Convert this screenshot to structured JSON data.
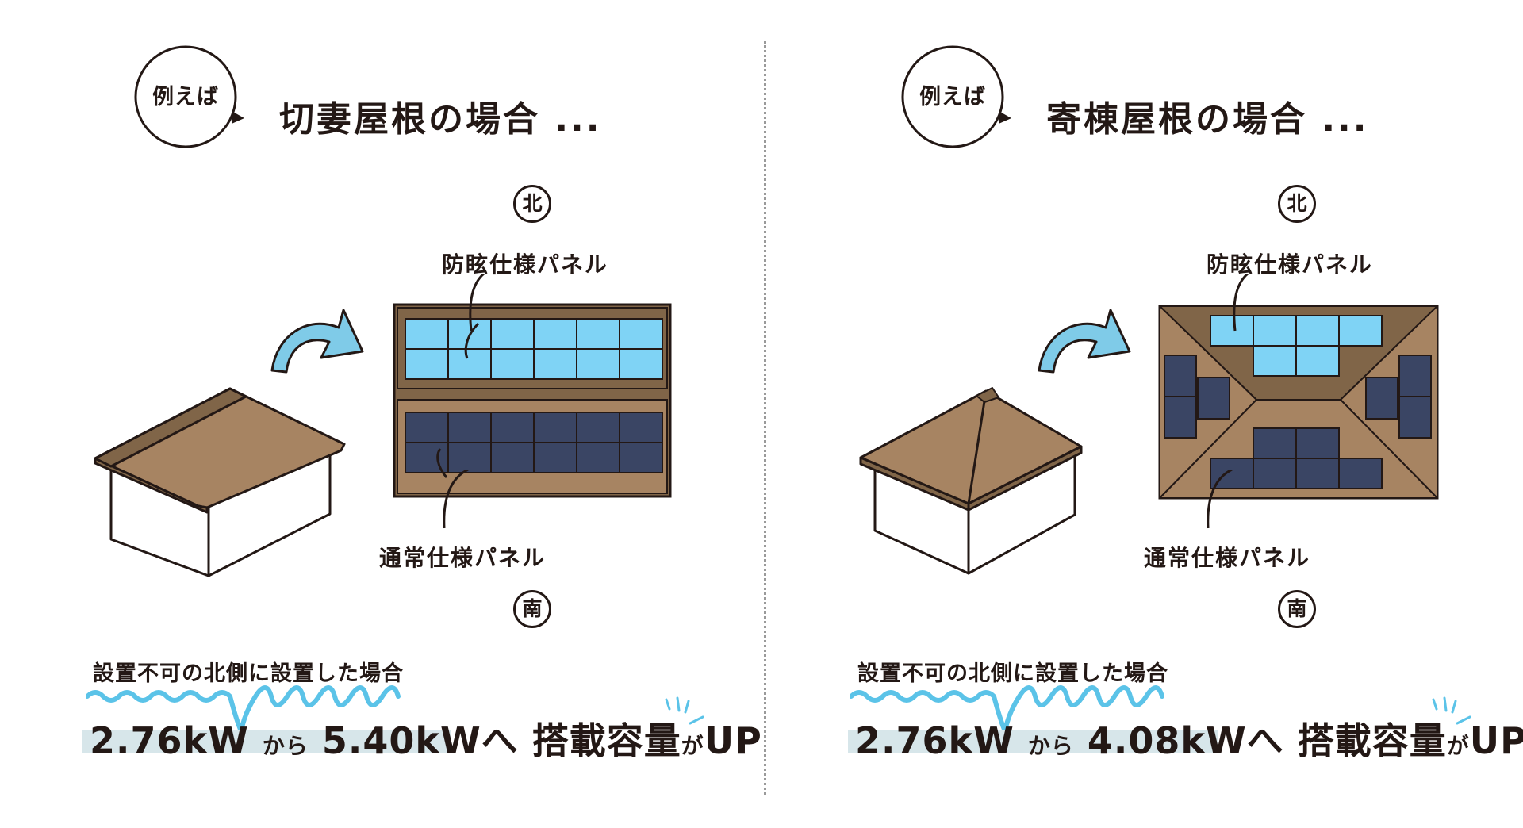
{
  "colors": {
    "ink": "#231815",
    "roof_brown": "#806548",
    "roof_light": "#a78462",
    "anti_glare_panel": "#7fd3f5",
    "standard_panel": "#3a4564",
    "arrow_blue": "#7fcbe8",
    "wave_blue": "#5bc3e8",
    "highlight": "#d7e6ea"
  },
  "cases": [
    {
      "bubble": "例えば",
      "title": "切妻屋根の場合 ...",
      "north": "北",
      "south": "南",
      "anti_glare_label": "防眩仕様パネル",
      "standard_label": "通常仕様パネル",
      "note": "設置不可の北側に設置した場合",
      "from_value": "2.76kW",
      "from_word": "から",
      "to_value": "5.40kW",
      "to_word": "へ",
      "capacity": "搭載容量",
      "ga": "が",
      "up": "UP",
      "roof_type": "gable",
      "anti_glare_panels": 12,
      "standard_panels": 12
    },
    {
      "bubble": "例えば",
      "title": "寄棟屋根の場合 ...",
      "north": "北",
      "south": "南",
      "anti_glare_label": "防眩仕様パネル",
      "standard_label": "通常仕様パネル",
      "note": "設置不可の北側に設置した場合",
      "from_value": "2.76kW",
      "from_word": "から",
      "to_value": "4.08kW",
      "to_word": "へ",
      "capacity": "搭載容量",
      "ga": "が",
      "up": "UP",
      "roof_type": "hip",
      "anti_glare_panels": 6,
      "standard_panels": 12
    }
  ]
}
